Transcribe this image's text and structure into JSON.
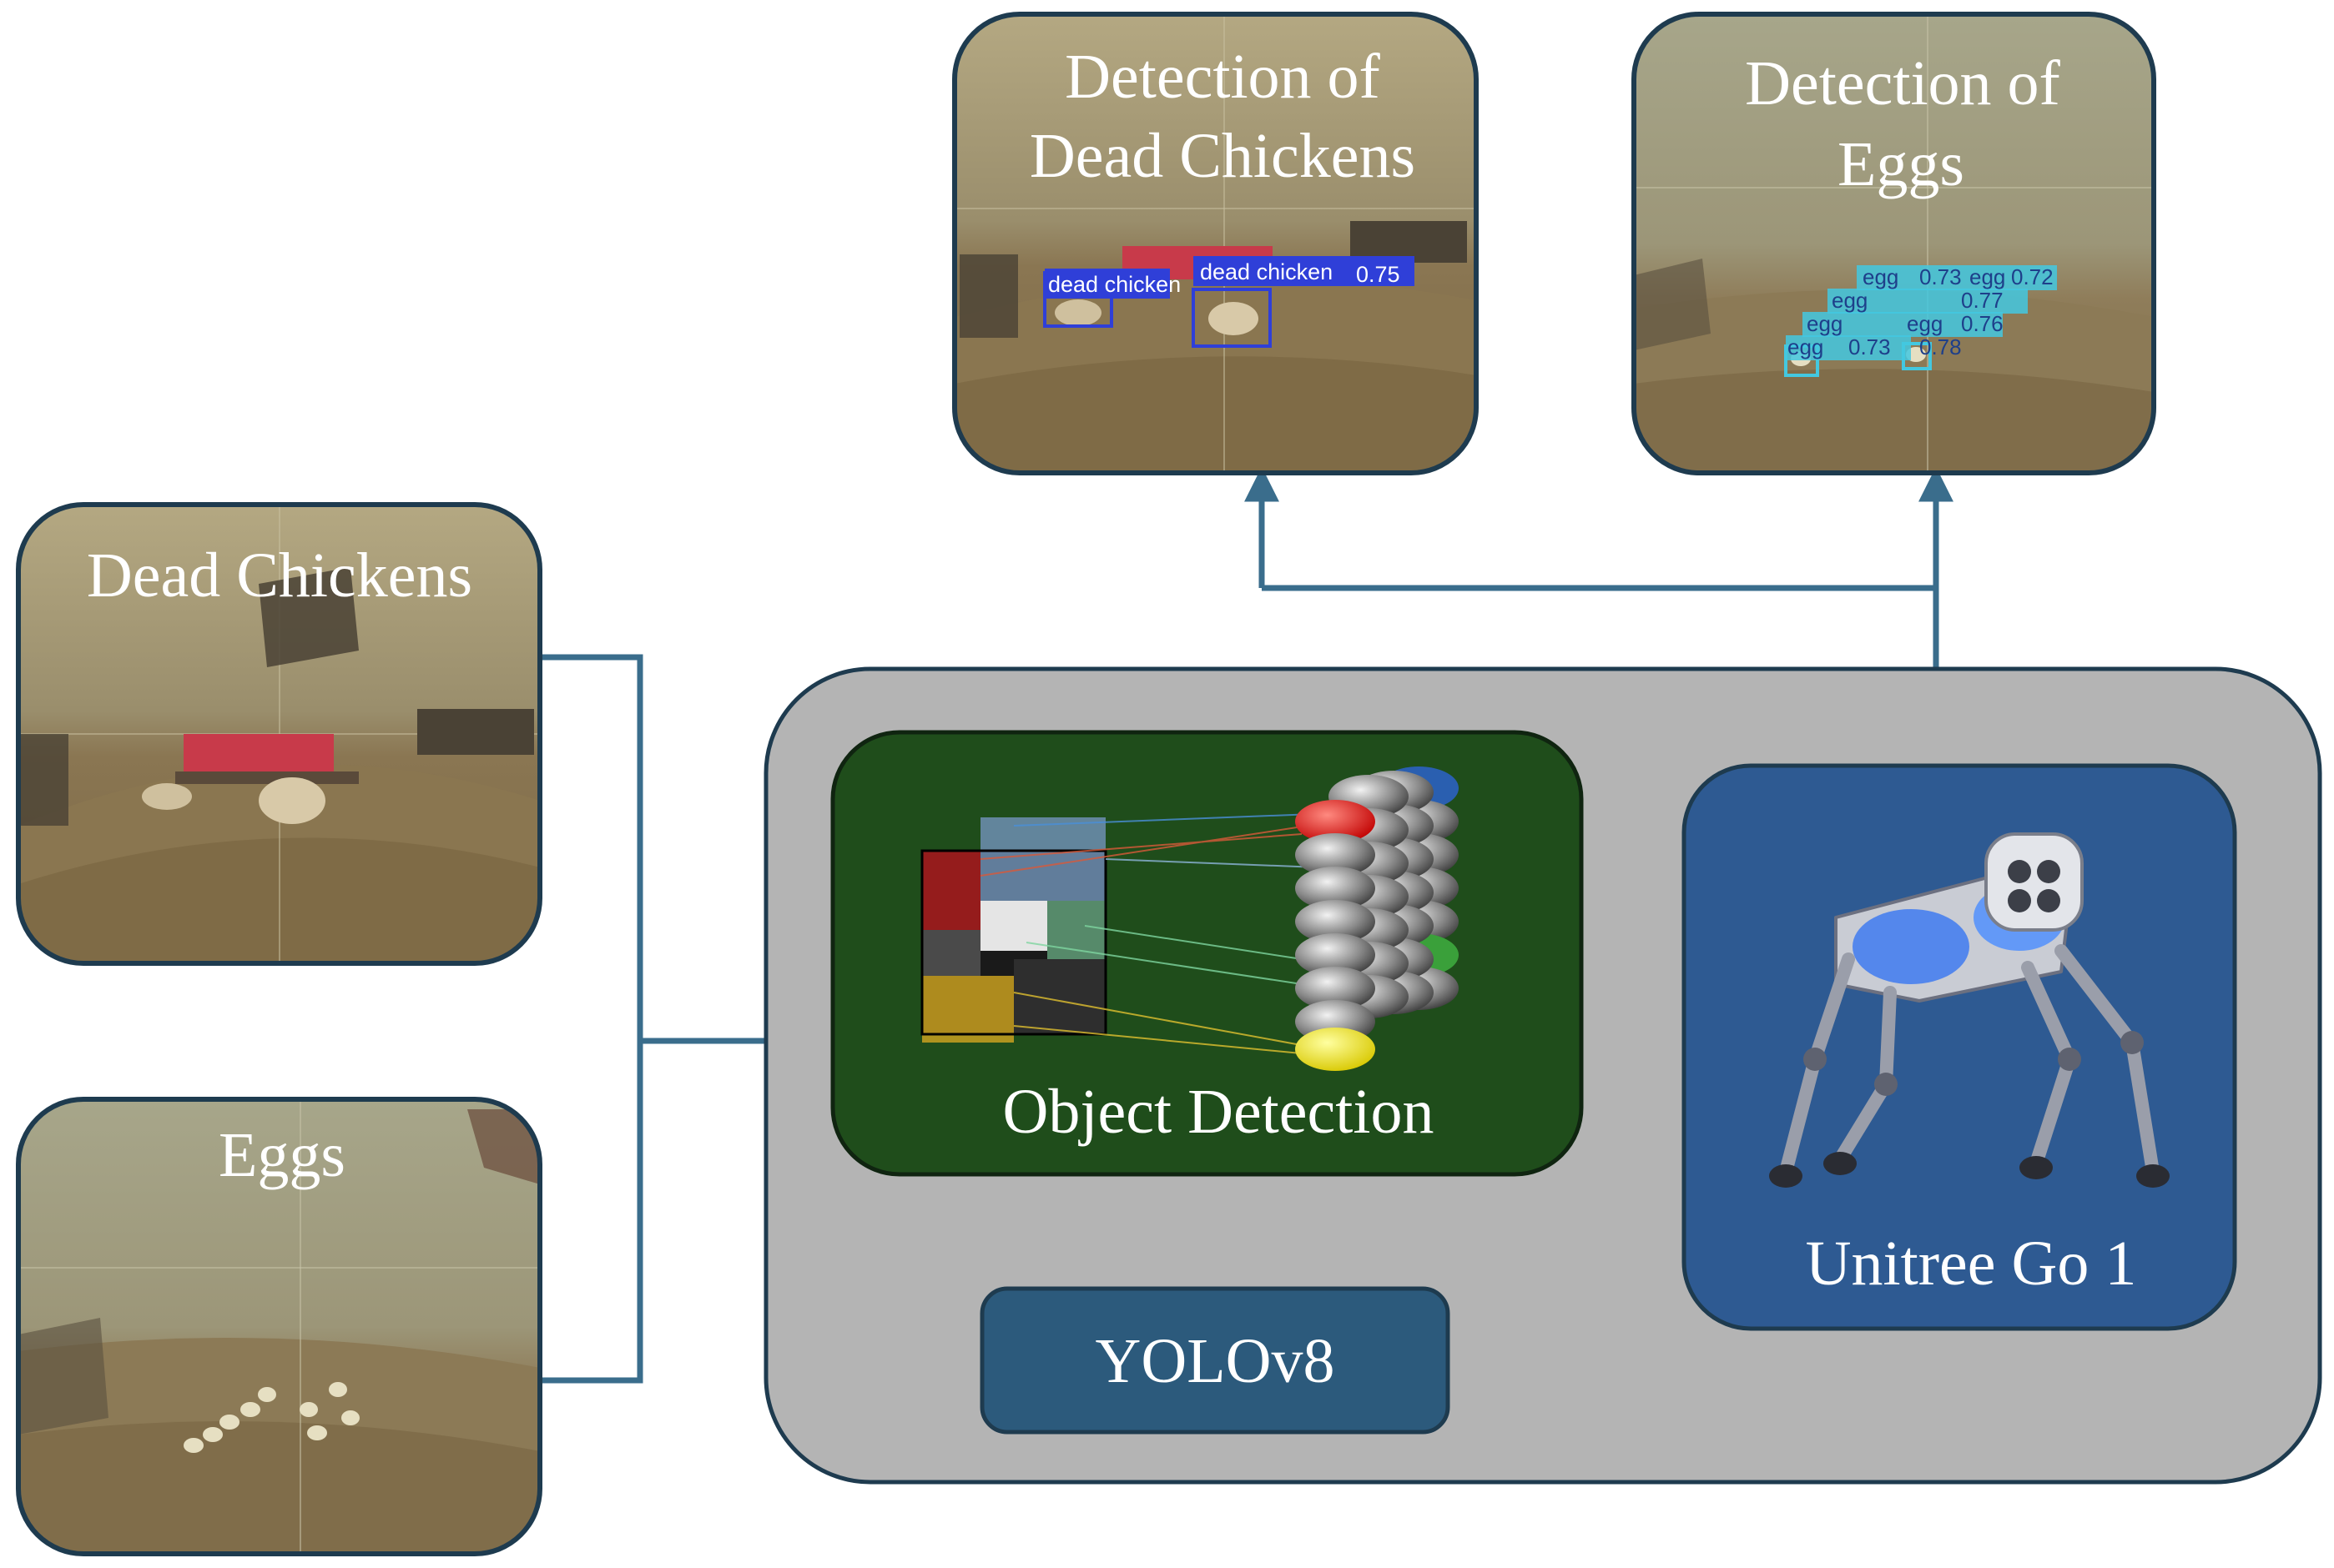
{
  "colors": {
    "connector": "#3a6d8c",
    "panel_border": "#1e3b4f",
    "outer_box_fill": "#b4b4b4",
    "object_detection_fill": "#1f4d1b",
    "robot_box_fill": "#2e5a92",
    "yolo_box_fill": "#2c5a7c",
    "floor_tone": "#8f7a57",
    "wall_tone": "#a09572",
    "chicken_box": "#2f3fd8",
    "egg_box": "#43c8e0"
  },
  "inputs": {
    "dead_chickens": {
      "label": "Dead Chickens"
    },
    "eggs": {
      "label": "Eggs"
    }
  },
  "outputs": {
    "dead_chickens": {
      "line1": "Detection of",
      "line2": "Dead Chickens",
      "detections": [
        {
          "label": "dead chicken",
          "score": ""
        },
        {
          "label": "dead chicken",
          "score": "0.75"
        }
      ]
    },
    "eggs": {
      "line1": "Detection of",
      "line2": "Eggs",
      "detections": [
        {
          "label": "egg",
          "score": "0.73"
        },
        {
          "label": "egg",
          "score": "0.72"
        },
        {
          "label": "egg",
          "score": "0.77"
        },
        {
          "label": "egg",
          "score": "0.76"
        },
        {
          "label": "egg",
          "score": "0.78"
        },
        {
          "label": "egg",
          "score": "0.73"
        }
      ]
    }
  },
  "pipeline": {
    "object_detection": {
      "label": "Object Detection"
    },
    "yolo": {
      "label": "YOLOv8"
    },
    "robot": {
      "label": "Unitree Go 1",
      "icon": "quadruped-robot-icon"
    }
  }
}
